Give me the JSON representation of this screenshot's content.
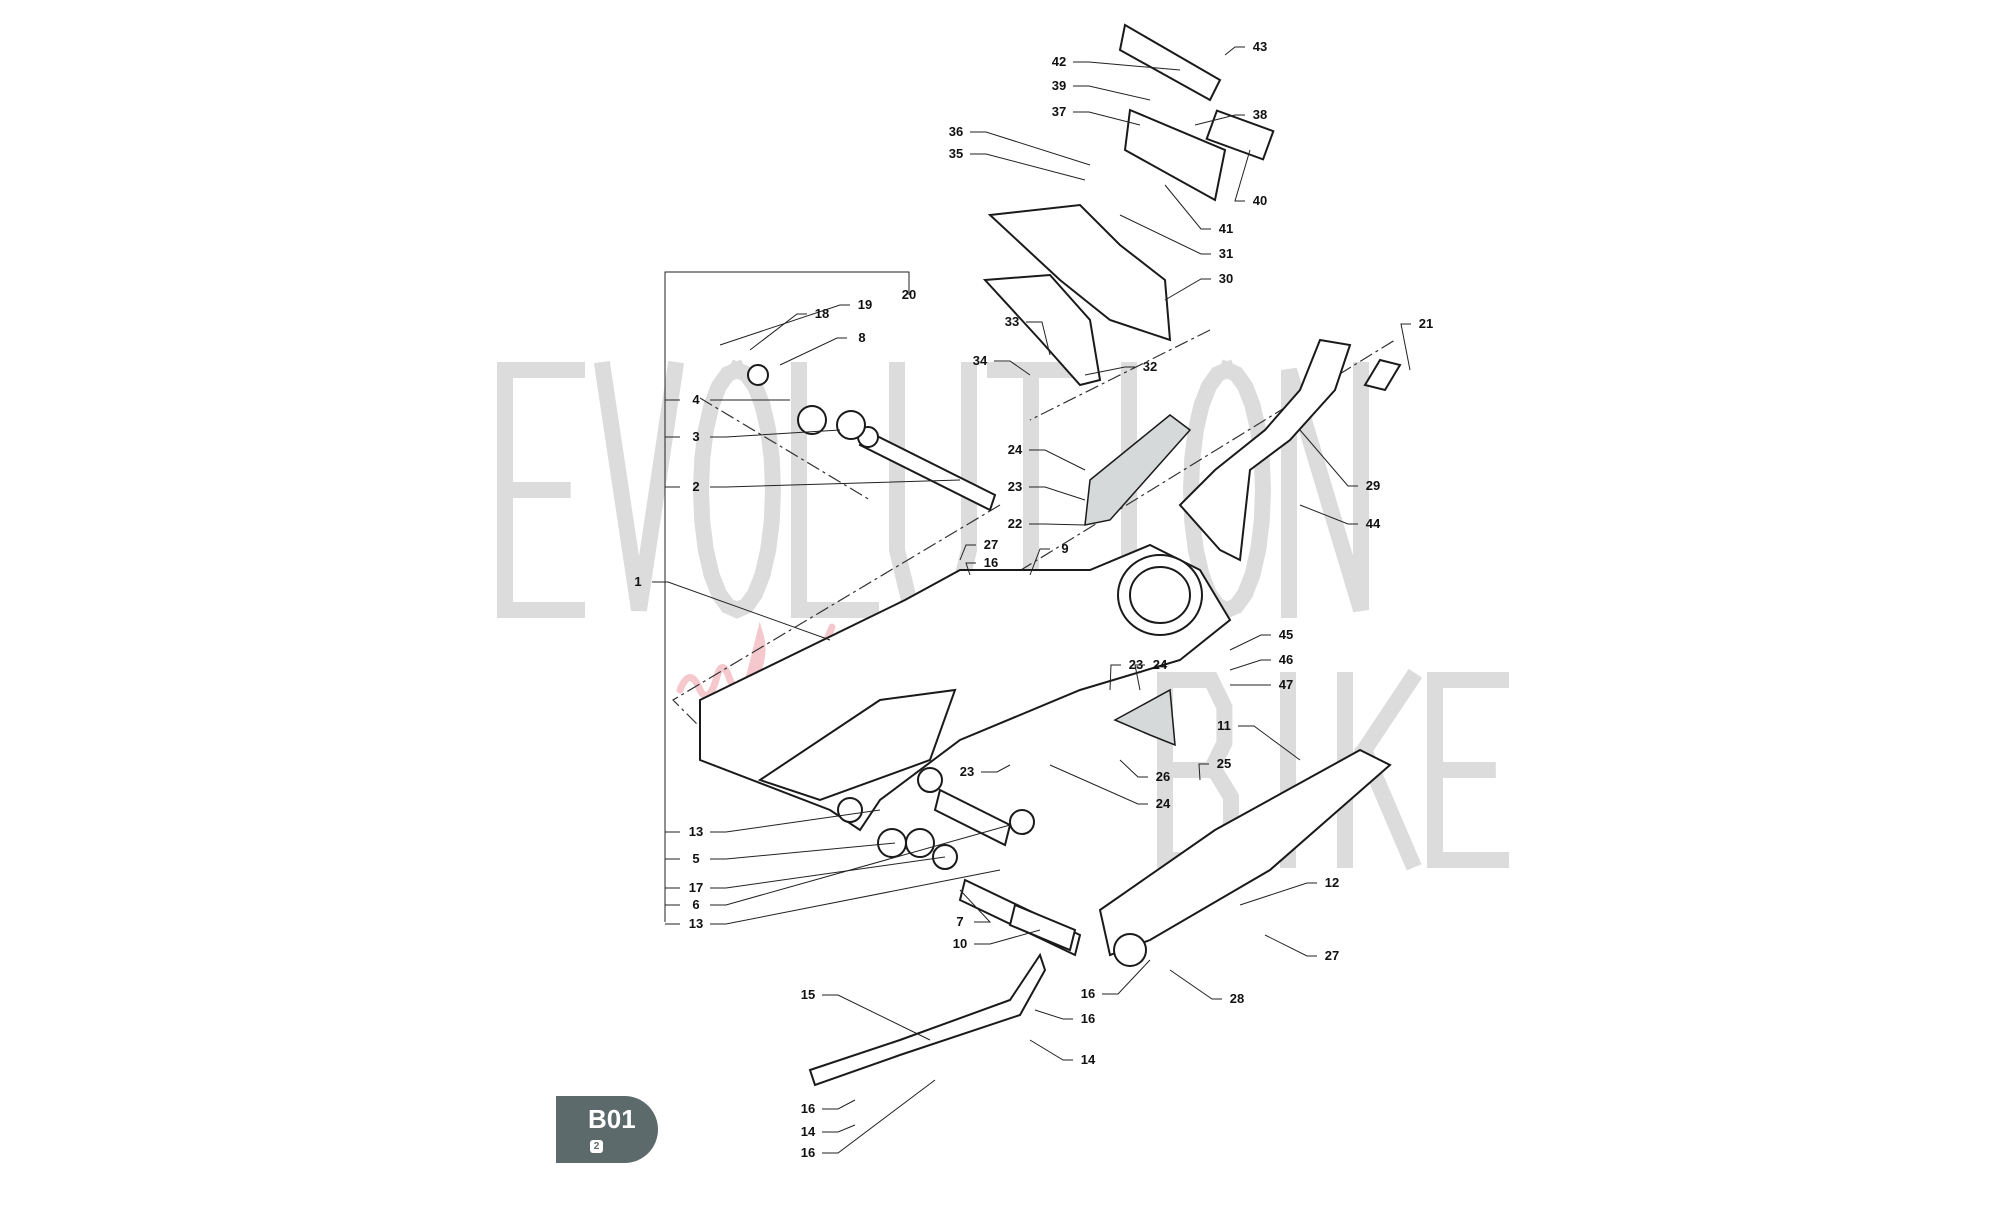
{
  "diagram": {
    "title_code": "B01",
    "sheet": "2",
    "watermark": {
      "brand": "EVOLUTION BIKE",
      "slogan": "ride the power"
    },
    "callouts": [
      "43",
      "42",
      "39",
      "37",
      "38",
      "36",
      "35",
      "40",
      "41",
      "31",
      "30",
      "19",
      "18",
      "20",
      "8",
      "33",
      "21",
      "34",
      "32",
      "4",
      "3",
      "24",
      "23",
      "29",
      "2",
      "22",
      "44",
      "27",
      "16",
      "9",
      "1",
      "45",
      "23",
      "24",
      "46",
      "47",
      "11",
      "25",
      "26",
      "23",
      "24",
      "13",
      "5",
      "12",
      "17",
      "6",
      "7",
      "13",
      "10",
      "27",
      "16",
      "28",
      "15",
      "16",
      "14",
      "16",
      "14",
      "16"
    ]
  }
}
